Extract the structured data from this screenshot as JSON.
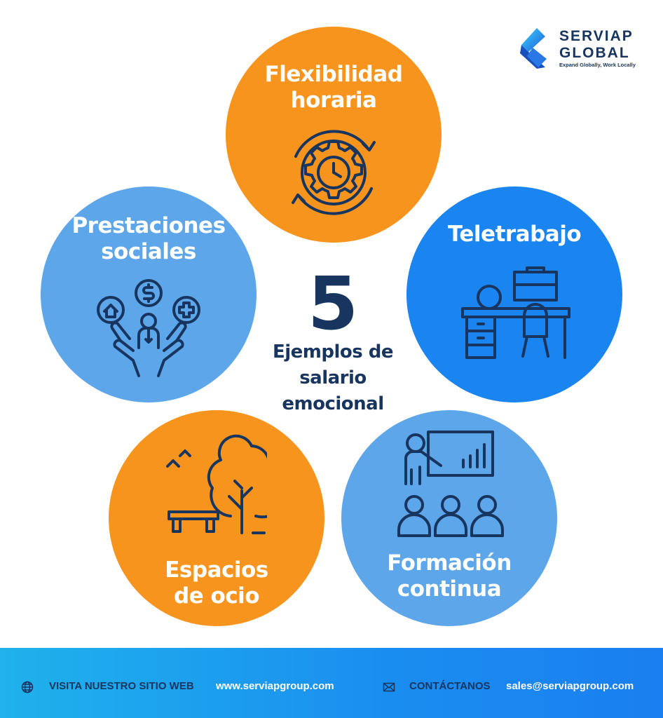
{
  "logo": {
    "name_line1": "SERVIAP",
    "name_line2": "GLOBAL",
    "tagline": "Expand Globally, Work Locally"
  },
  "center": {
    "number": "5",
    "line1": "Ejemplos de",
    "line2": "salario",
    "line3": "emocional"
  },
  "circles": [
    {
      "title_line1": "Flexibilidad",
      "title_line2": "horaria",
      "icon": "clock-gear-icon"
    },
    {
      "title_line1": "Prestaciones",
      "title_line2": "sociales",
      "icon": "benefits-hands-icon"
    },
    {
      "title_line1": "Teletrabajo",
      "title_line2": "",
      "icon": "home-office-desk-icon"
    },
    {
      "title_line1": "Espacios",
      "title_line2": "de ocio",
      "icon": "park-bench-tree-icon"
    },
    {
      "title_line1": "Formación",
      "title_line2": "continua",
      "icon": "training-presentation-icon"
    }
  ],
  "footer": {
    "visit_label": "VISITA NUESTRO SITIO WEB",
    "website": "www.serviapgroup.com",
    "contact_label": "CONTÁCTANOS",
    "email": "sales@serviapgroup.com"
  },
  "colors": {
    "orange": "#f7941d",
    "light_blue": "#5ea6ea",
    "blue": "#1a85f0",
    "navy": "#17355e"
  }
}
